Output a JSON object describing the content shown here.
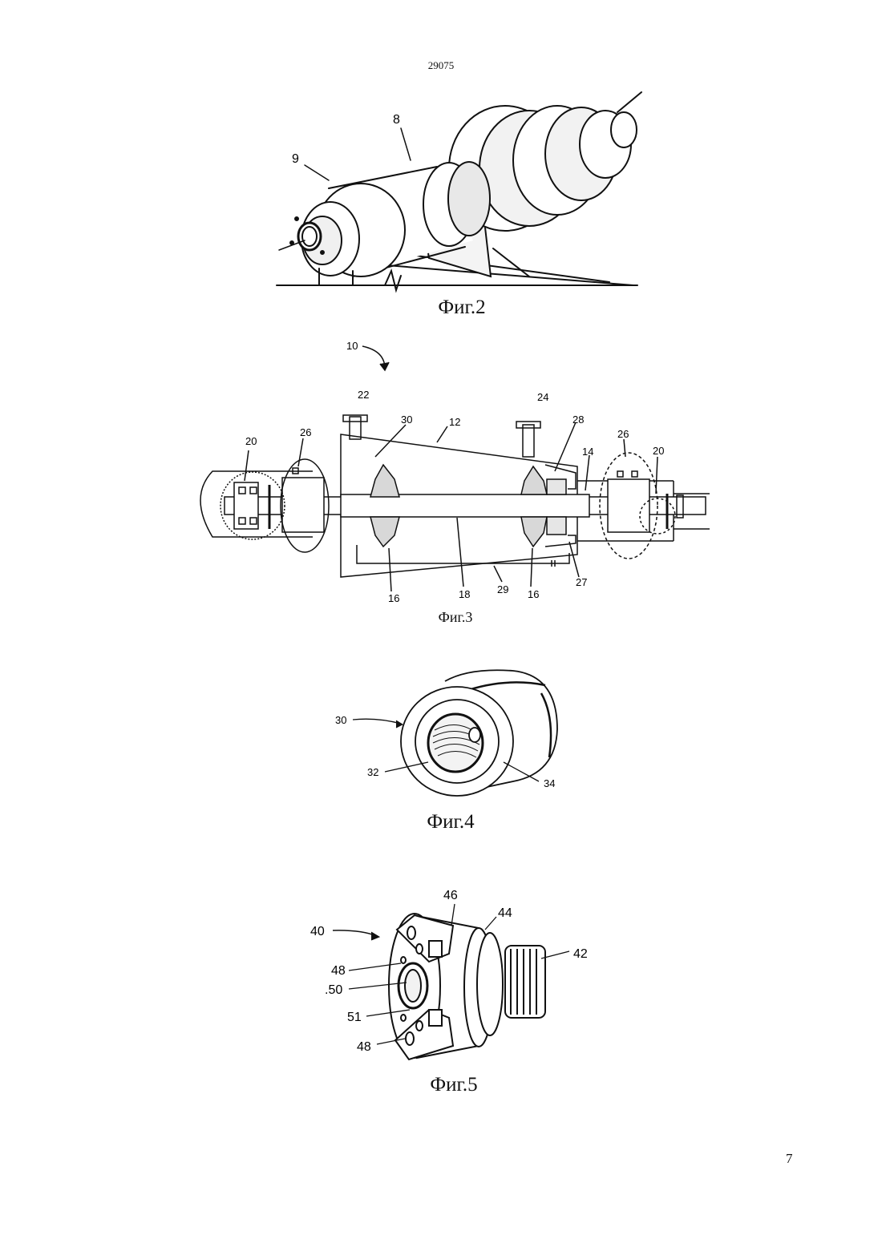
{
  "document_number": "29075",
  "page_number": "7",
  "figures": [
    {
      "id": "fig2",
      "caption": "Фиг.2",
      "labels": [
        "8",
        "9"
      ]
    },
    {
      "id": "fig3",
      "caption": "Фиг.3",
      "labels": [
        "10",
        "22",
        "24",
        "30",
        "12",
        "28",
        "26",
        "26",
        "20",
        "20",
        "14",
        "16",
        "18",
        "29",
        "16",
        "27"
      ]
    },
    {
      "id": "fig4",
      "caption": "Фиг.4",
      "labels": [
        "30",
        "32",
        "34"
      ]
    },
    {
      "id": "fig5",
      "caption": "Фиг.5",
      "labels": [
        "46",
        "44",
        "40",
        "42",
        "48",
        ".50",
        "51",
        "48"
      ]
    }
  ]
}
